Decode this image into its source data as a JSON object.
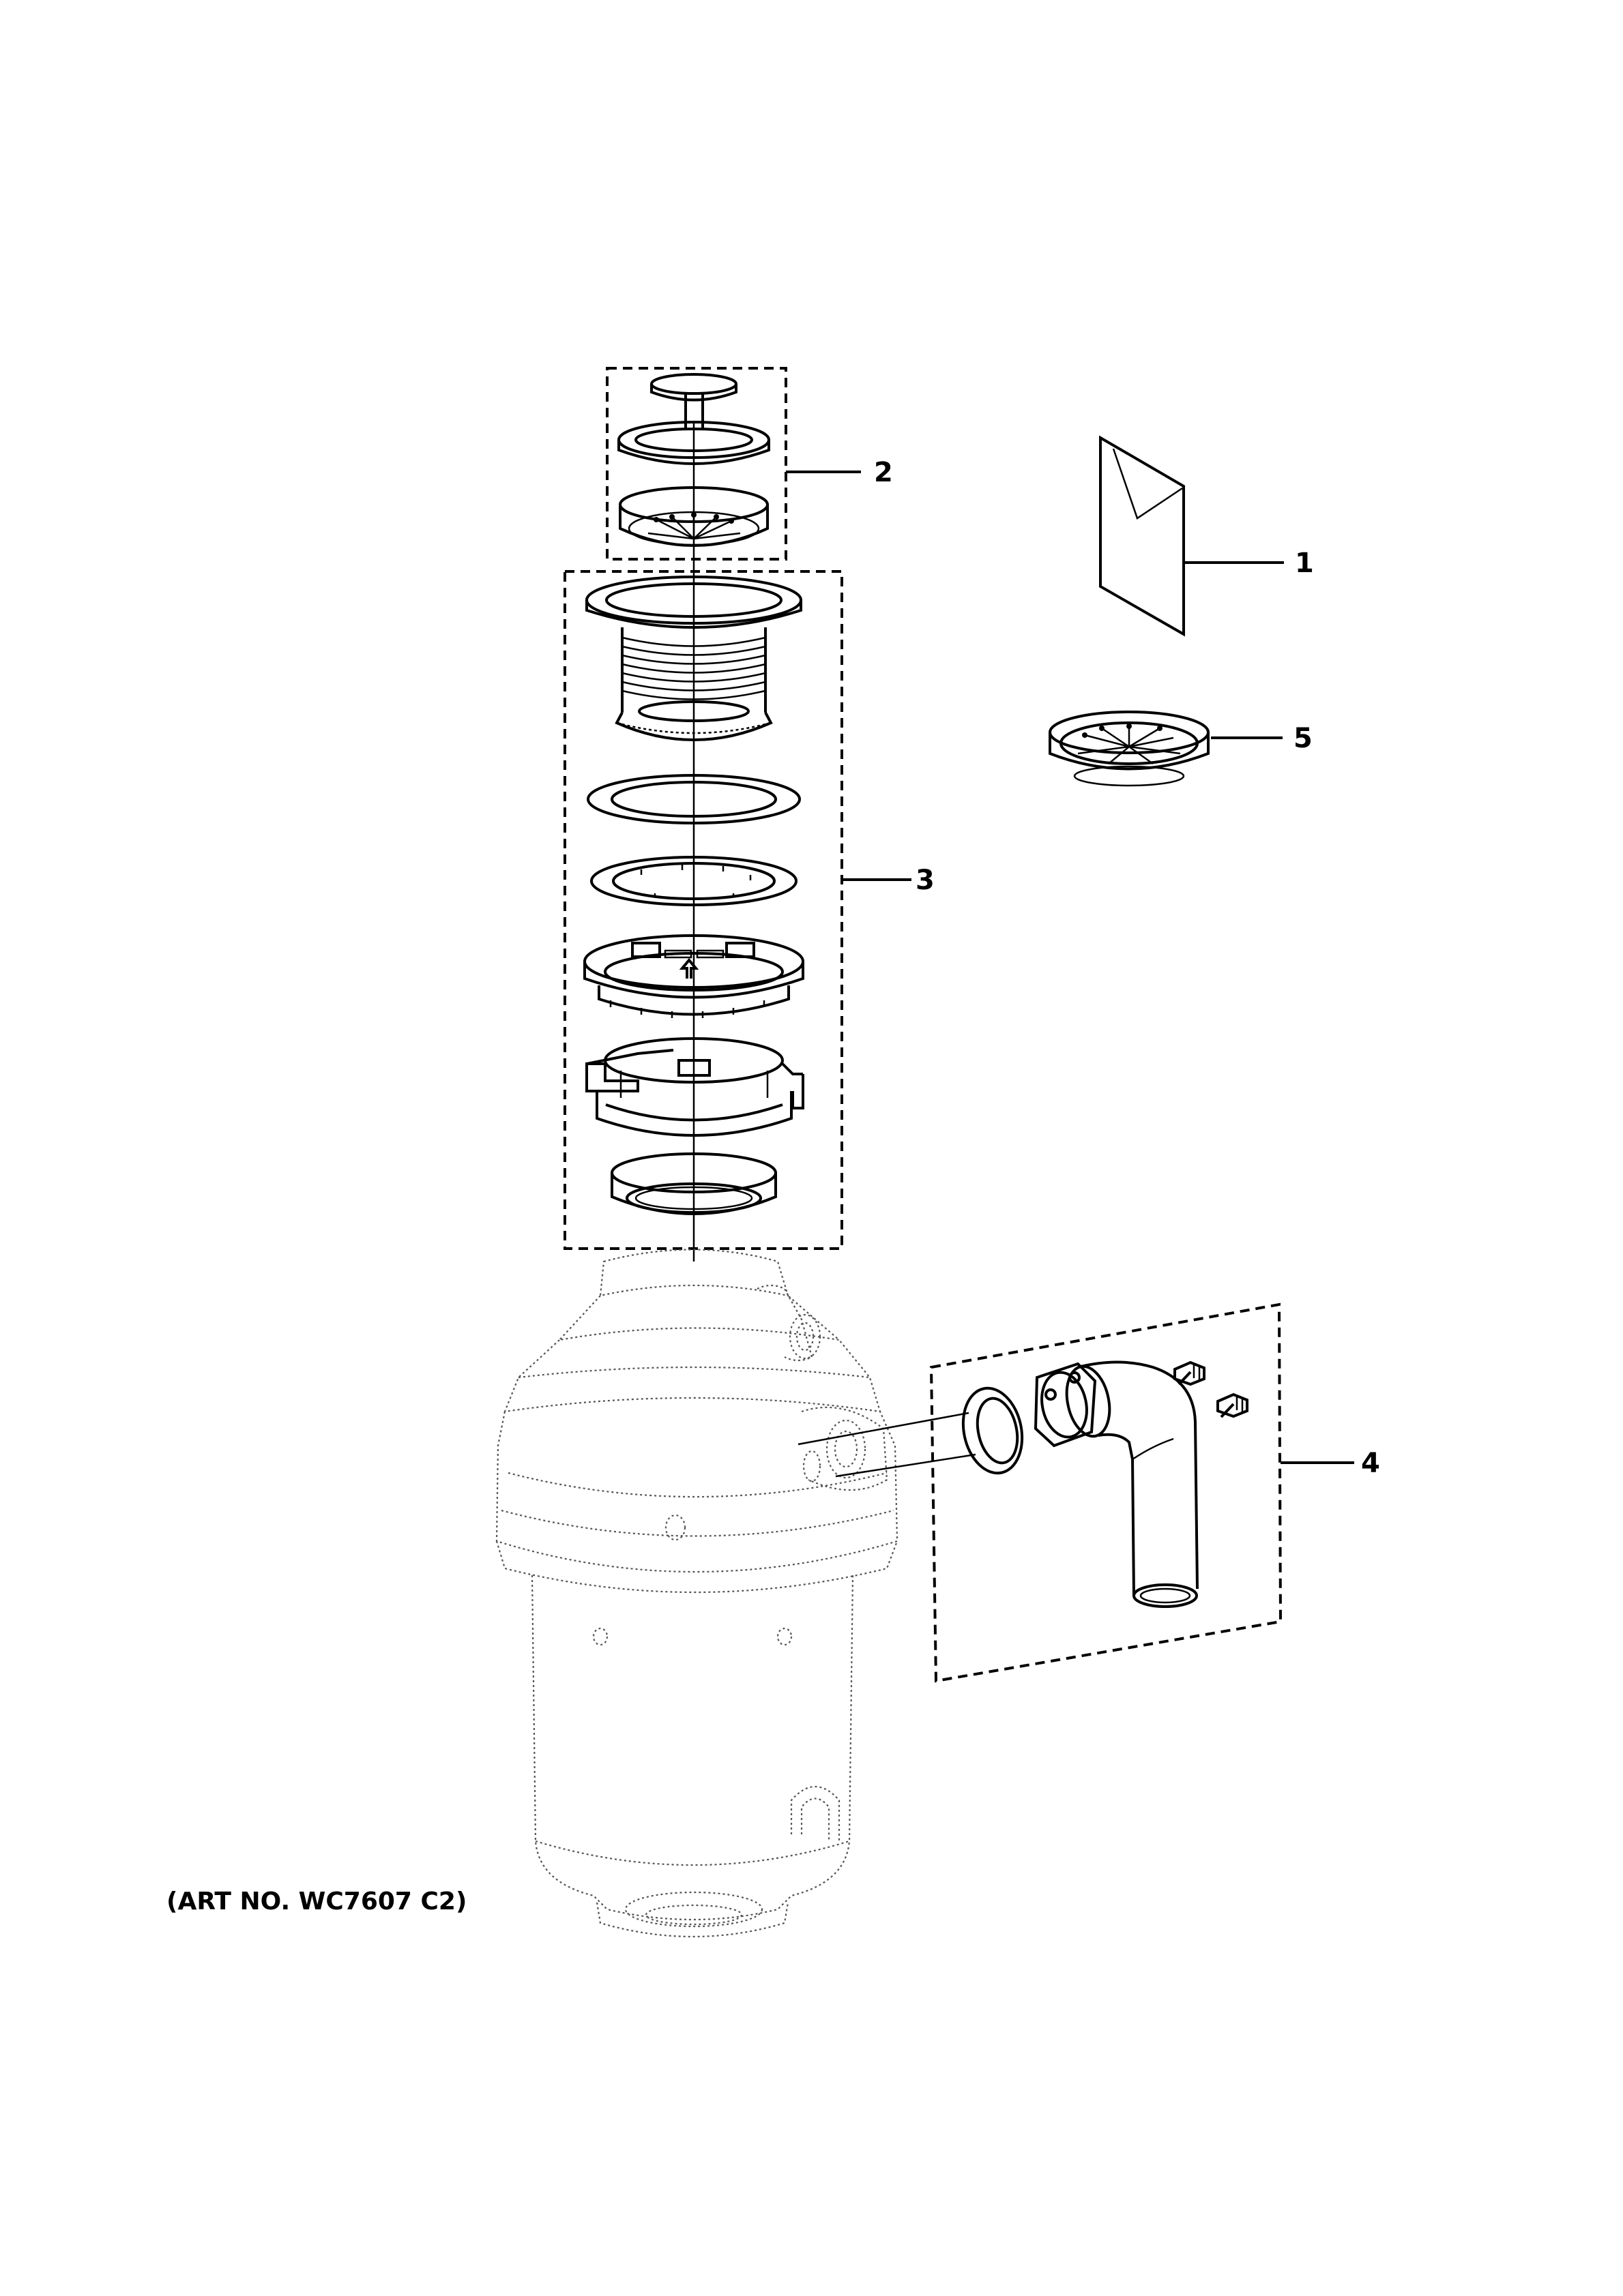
{
  "callouts": {
    "c1": "1",
    "c2": "2",
    "c3": "3",
    "c4": "4",
    "c5": "5"
  },
  "art_number": "(ART NO. WC7607 C2)"
}
